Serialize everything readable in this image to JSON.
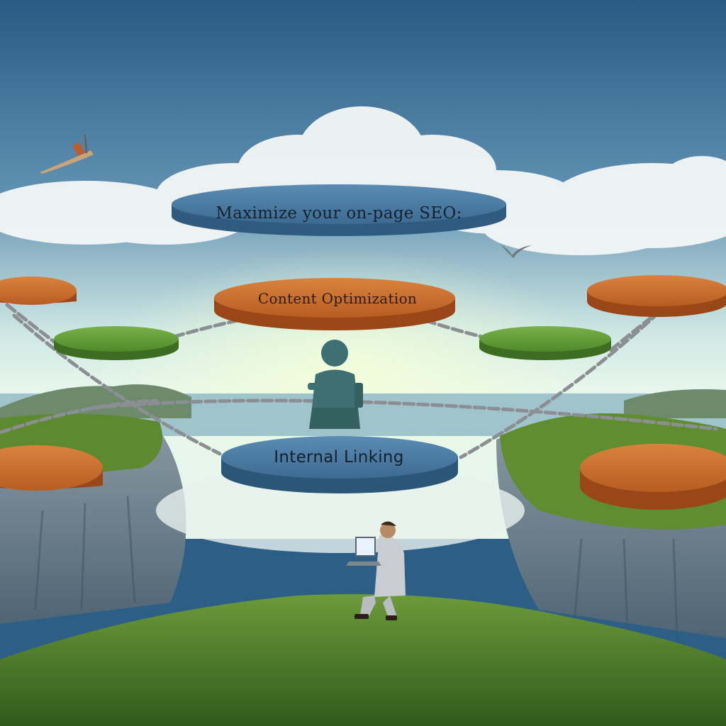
{
  "scene": {
    "discs": {
      "title": "Maximize your on-page SEO:",
      "content": "Content Optimization",
      "internal": "Internal Linking",
      "left_top": "",
      "green_left": "",
      "right_top": "",
      "green_right": "",
      "left_bottom": "",
      "right_bottom": ""
    },
    "colors": {
      "sky_top": "#2a5a83",
      "sky_horizon": "#d9f0ea",
      "grass": "#4e7a2a",
      "disc_blue": "#3f6f96",
      "disc_orange": "#c8692a",
      "disc_green": "#5d9a35",
      "chain": "#8b8f93"
    }
  }
}
